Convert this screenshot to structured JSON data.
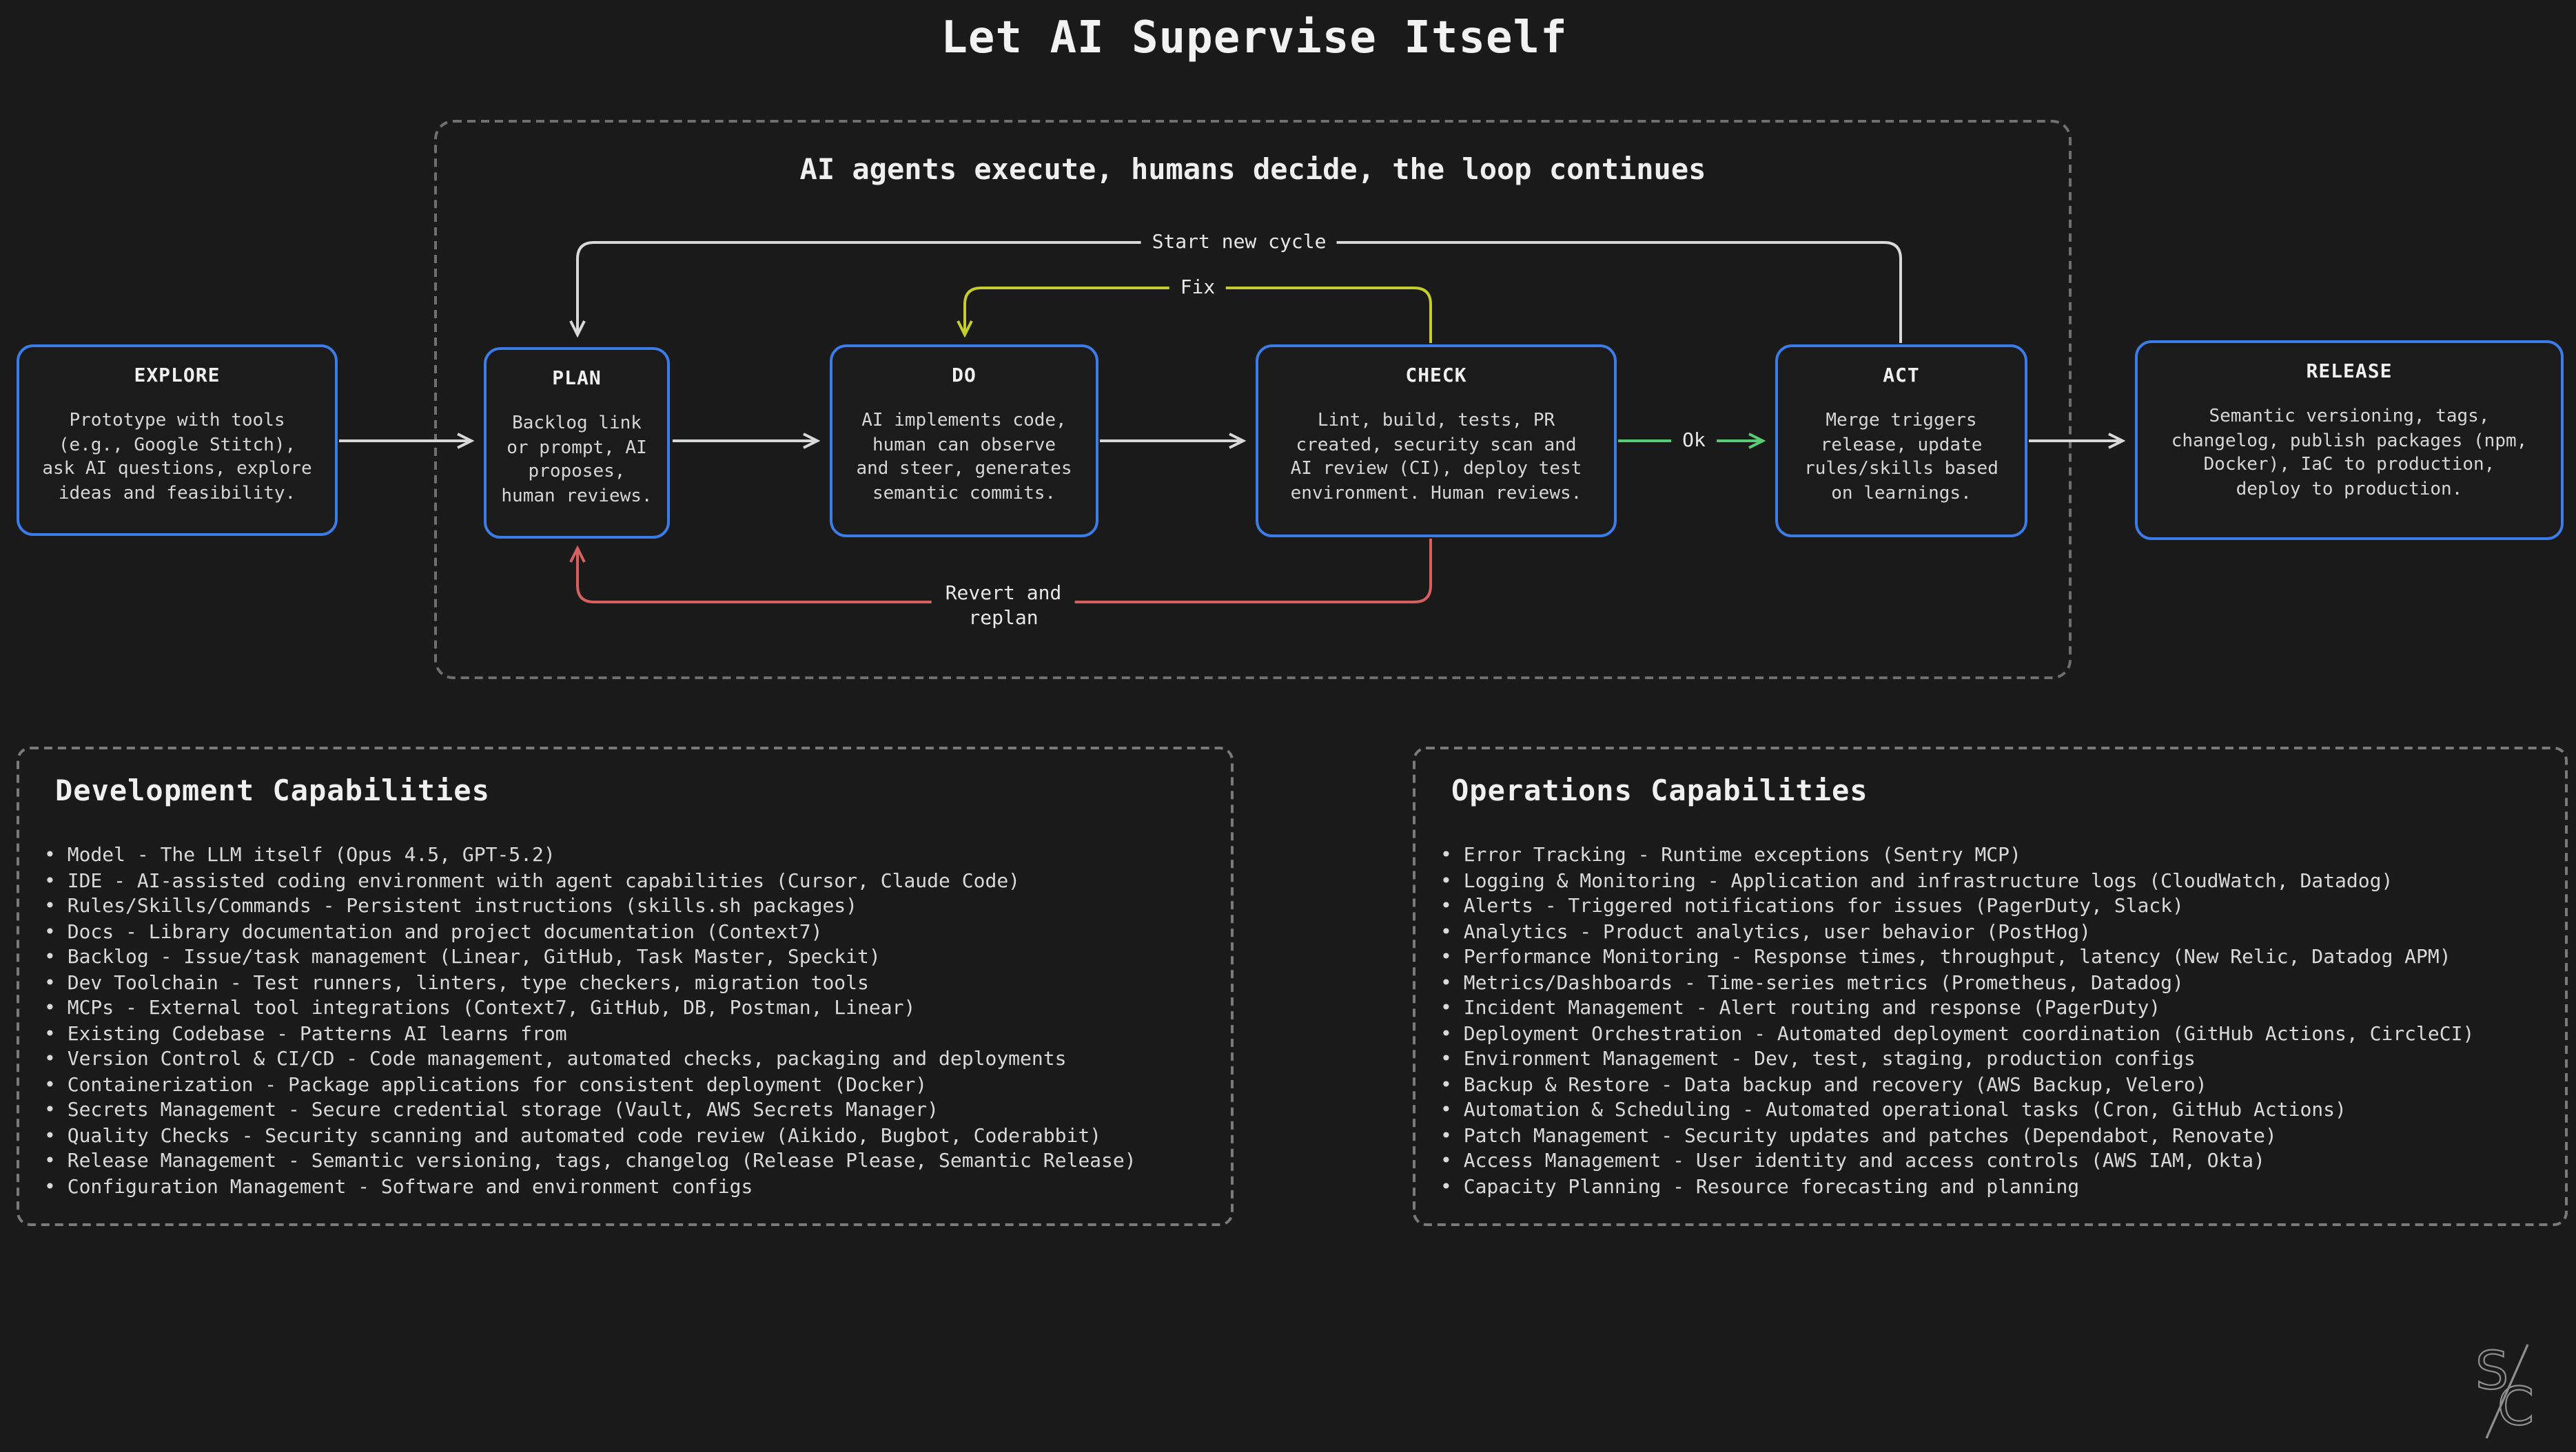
{
  "page": {
    "title": "Let AI Supervise Itself"
  },
  "cycle": {
    "subtitle": "AI agents execute, humans decide, the loop continues",
    "nodes": [
      {
        "id": "explore",
        "title": "EXPLORE",
        "body": "Prototype with tools (e.g., Google Stitch), ask AI questions, explore ideas and feasibility."
      },
      {
        "id": "plan",
        "title": "PLAN",
        "body": "Backlog link or prompt, AI proposes, human reviews."
      },
      {
        "id": "do",
        "title": "DO",
        "body": "AI implements code, human can observe and steer, generates semantic commits."
      },
      {
        "id": "check",
        "title": "CHECK",
        "body": "Lint, build, tests, PR created, security scan and AI review (CI), deploy test environment. Human reviews."
      },
      {
        "id": "act",
        "title": "ACT",
        "body": "Merge triggers release, update rules/skills based on learnings."
      },
      {
        "id": "release",
        "title": "RELEASE",
        "body": "Semantic versioning, tags, changelog, publish packages (npm, Docker), IaC to production, deploy to production."
      }
    ],
    "edge_labels": {
      "start_new_cycle": "Start new cycle",
      "fix": "Fix",
      "ok": "Ok",
      "revert_line1": "Revert and",
      "revert_line2": "replan"
    }
  },
  "capability_panels": [
    {
      "heading": "Development Capabilities",
      "items": [
        "Model - The LLM itself (Opus 4.5, GPT-5.2)",
        "IDE - AI-assisted coding environment with agent capabilities (Cursor, Claude Code)",
        "Rules/Skills/Commands - Persistent instructions (skills.sh packages)",
        "Docs - Library documentation and project documentation (Context7)",
        "Backlog - Issue/task management (Linear, GitHub, Task Master, Speckit)",
        "Dev Toolchain - Test runners, linters, type checkers, migration tools",
        "MCPs - External tool integrations (Context7, GitHub, DB, Postman, Linear)",
        "Existing Codebase - Patterns AI learns from",
        "Version Control & CI/CD - Code management, automated checks, packaging and deployments",
        "Containerization - Package applications for consistent deployment (Docker)",
        "Secrets Management - Secure credential storage (Vault, AWS Secrets Manager)",
        "Quality Checks - Security scanning and automated code review (Aikido, Bugbot, Coderabbit)",
        "Release Management - Semantic versioning, tags, changelog (Release Please, Semantic Release)",
        "Configuration Management - Software and environment configs"
      ]
    },
    {
      "heading": "Operations Capabilities",
      "items": [
        "Error Tracking - Runtime exceptions (Sentry MCP)",
        "Logging & Monitoring - Application and infrastructure logs (CloudWatch, Datadog)",
        "Alerts - Triggered notifications for issues (PagerDuty, Slack)",
        "Analytics - Product analytics, user behavior (PostHog)",
        "Performance Monitoring - Response times, throughput, latency (New Relic, Datadog APM)",
        "Metrics/Dashboards - Time-series metrics (Prometheus, Datadog)",
        "Incident Management - Alert routing and response (PagerDuty)",
        "Deployment Orchestration - Automated deployment coordination (GitHub Actions, CircleCI)",
        "Environment Management - Dev, test, staging, production configs",
        "Backup & Restore - Data backup and recovery (AWS Backup, Velero)",
        "Automation & Scheduling - Automated operational tasks (Cron, GitHub Actions)",
        "Patch Management - Security updates and patches (Dependabot, Renovate)",
        "Access Management - User identity and access controls (AWS IAM, Okta)",
        "Capacity Planning - Resource forecasting and planning"
      ]
    }
  ],
  "logo": {
    "top_letter": "S",
    "bottom_letter": "C"
  },
  "colors": {
    "background": "#1a1a1a",
    "node_border_blue": "#3b7ce8",
    "line_white": "#d9d9d9",
    "line_green": "#58cc74",
    "line_yellow": "#c4cc2e",
    "line_red": "#d65f5f",
    "dashed_border_gray": "#6f6f6f"
  }
}
